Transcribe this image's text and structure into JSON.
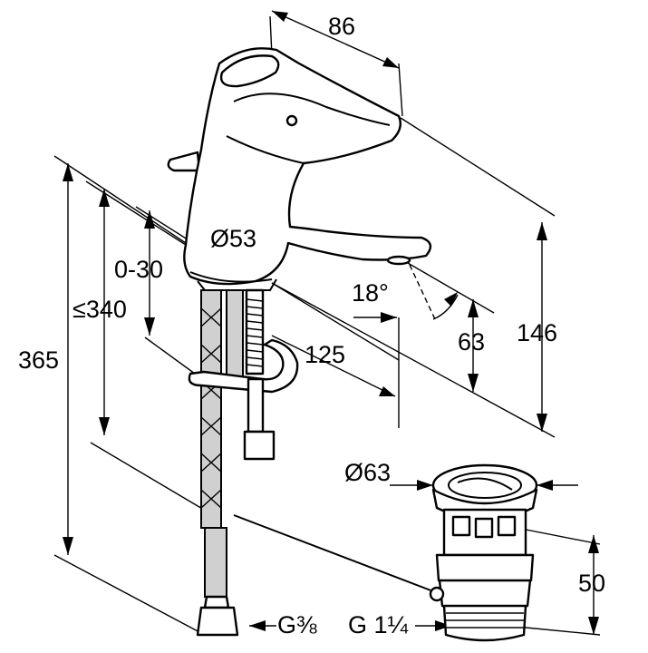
{
  "dimensions": {
    "handle_length": "86",
    "outlet_diameter": "Ø53",
    "pop_up_range": "0-30",
    "max_length": "≤340",
    "total_height": "365",
    "spray_angle": "18°",
    "projection": "125",
    "spout_height": "63",
    "tap_height": "146",
    "waste_diameter": "Ø63",
    "waste_height": "50"
  },
  "threads": {
    "supply_connection": "G⅜",
    "waste_connection": "G 1¼"
  }
}
